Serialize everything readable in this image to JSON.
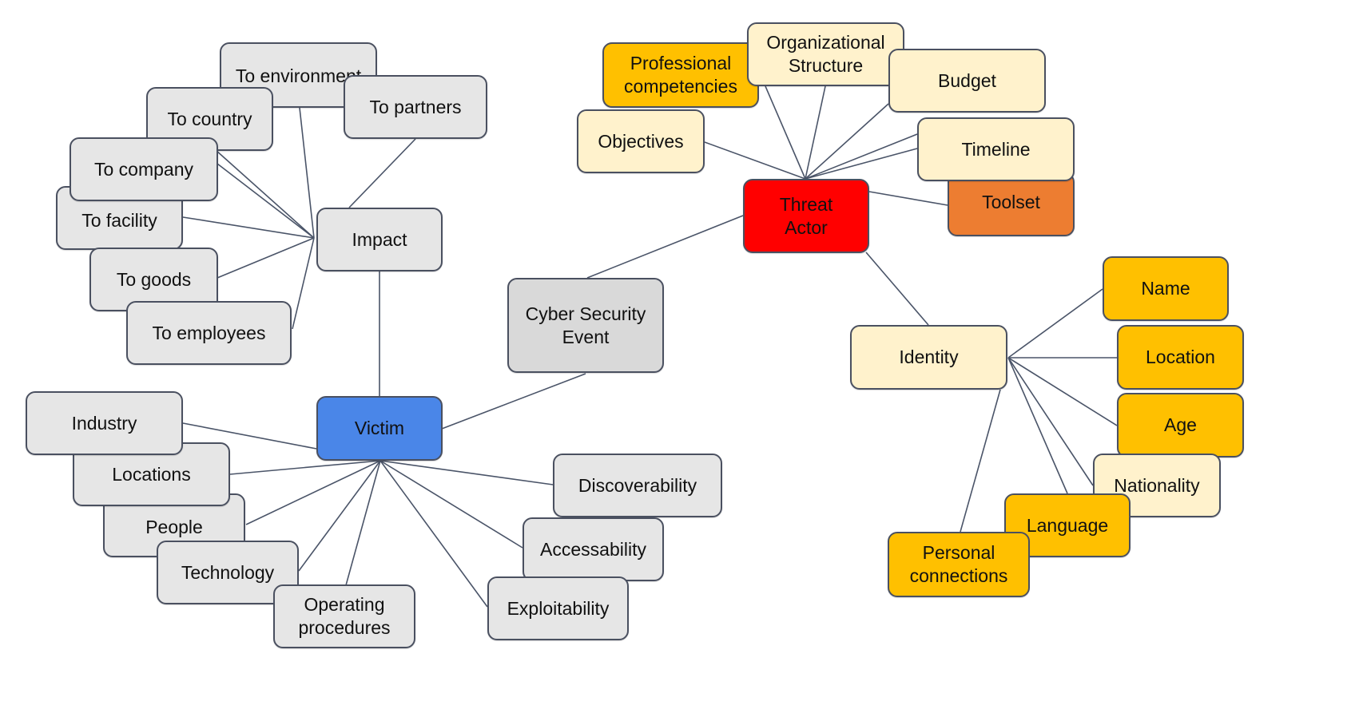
{
  "colors": {
    "node_gray": "#e6e6e6",
    "center": "#d9d9d9",
    "victim": "#4a86e8",
    "threat_actor": "#ff0000",
    "cream": "#fff2cc",
    "amber": "#ffc000",
    "toolset": "#ed7d31",
    "edge": "#4a5468"
  },
  "nodes": {
    "center": "Cyber Security\nEvent",
    "victim": "Victim",
    "threat_actor": "Threat\nActor",
    "impact": "Impact",
    "identity": "Identity",
    "to_environment": "To environment",
    "to_partners": "To partners",
    "to_country": "To country",
    "to_company": "To company",
    "to_facility": "To facility",
    "to_goods": "To goods",
    "to_employees": "To employees",
    "industry": "Industry",
    "locations": "Locations",
    "people": "People",
    "technology": "Technology",
    "operating_procedures": "Operating\nprocedures",
    "discoverability": "Discoverability",
    "accessability": "Accessability",
    "exploitability": "Exploitability",
    "objectives": "Objectives",
    "professional_competencies": "Professional\ncompetencies",
    "organizational_structure": "Organizational\nStructure",
    "budget": "Budget",
    "timeline": "Timeline",
    "toolset": "Toolset",
    "name": "Name",
    "location": "Location",
    "age": "Age",
    "nationality": "Nationality",
    "language": "Language",
    "personal_connections": "Personal\nconnections"
  }
}
